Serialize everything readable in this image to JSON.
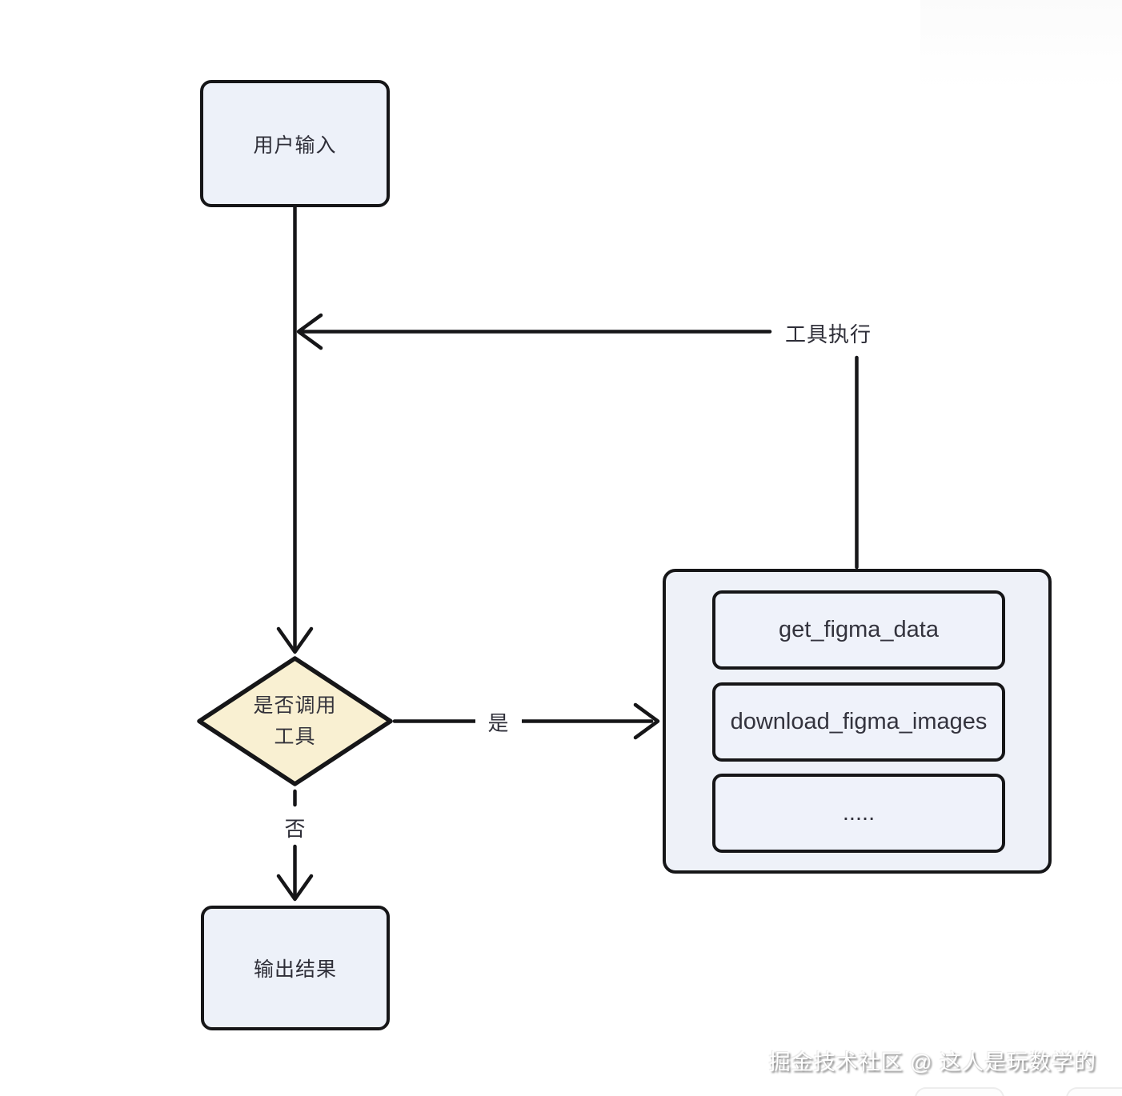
{
  "nodes": {
    "user_input": {
      "label": "用户输入"
    },
    "decision": {
      "label_line1": "是否调用",
      "label_line2": "工具"
    },
    "output": {
      "label": "输出结果"
    },
    "tools_group": {
      "items": [
        {
          "label": "get_figma_data"
        },
        {
          "label": "download_figma_images"
        },
        {
          "label": "....."
        }
      ]
    }
  },
  "edges": {
    "tool_exec_label": "工具执行",
    "yes_label": "是",
    "no_label": "否"
  },
  "watermark": {
    "text": "掘金技术社区 @ 这人是玩数学的"
  },
  "colors": {
    "node_fill": "#edf1f9",
    "group_fill": "#eef1f8",
    "decision_fill": "#f9f0d2",
    "stroke": "#161618",
    "text": "#2e2e38"
  }
}
